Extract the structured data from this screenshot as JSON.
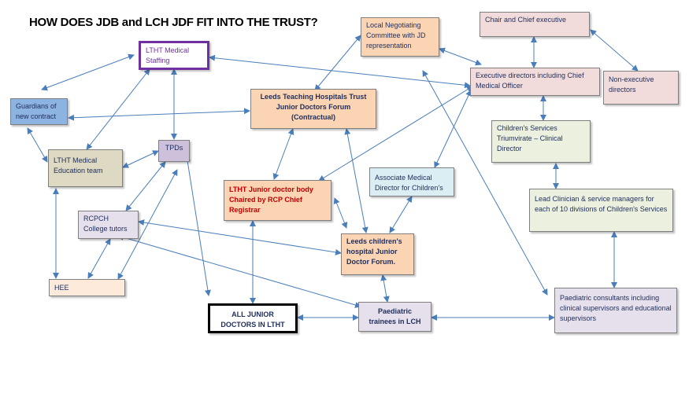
{
  "title": "HOW DOES JDB and LCH JDF FIT INTO THE TRUST?",
  "nodes": {
    "lht_medical_staffing": "LTHT Medical Staffing",
    "local_negotiating": "Local Negotiating Committee with JD representation",
    "chair_ceo": "Chair and Chief executive",
    "exec_directors": "Executive directors including Chief Medical Officer",
    "non_exec": "Non-executive directors",
    "guardians": "Guardians of new contract",
    "leeds_trust_forum": "Leeds Teaching Hospitals Trust Junior Doctors Forum (Contractual)",
    "childrens_triumvirate": "Children's Services Triumvirate – Clinical Director",
    "lht_med_edu": "LTHT Medical Education team",
    "tpds": "TPDs",
    "amd_childrens": "Associate Medical Director for Children's",
    "jd_body": "LTHT Junior doctor body Chaired by RCP Chief Registrar",
    "lead_clinician": "Lead Clinician & service managers for each of 10 divisions of Children's Services",
    "rcpch_tutors": "RCPCH College tutors",
    "lch_jdf": "Leeds children's hospital Junior Doctor Forum.",
    "hee": "HEE",
    "all_jds": "ALL JUNIOR DOCTORS IN LTHT",
    "paed_trainees": "Paediatric trainees in LCH",
    "paed_consultants": "Paediatric consultants including clinical supervisors and educational supervisors"
  },
  "colors": {
    "arrow": "#4a7ebb",
    "text": "#1f2d5a",
    "medical_staffing_border": "#7030a0",
    "medical_staffing_text": "#7030a0",
    "jd_body_text": "#c00000"
  }
}
